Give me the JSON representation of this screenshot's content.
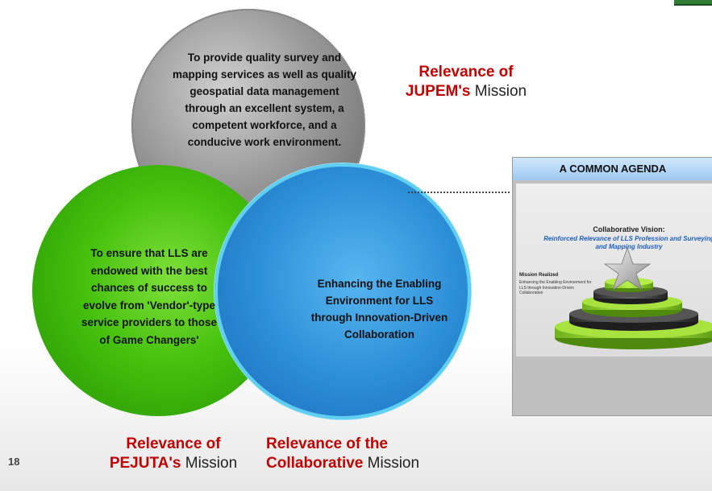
{
  "page_number": "18",
  "gray_circle_text": "To provide quality survey and mapping services as well as quality geospatial data management through an excellent system, a competent workforce, and a conducive work environment.",
  "green_circle_text": "To ensure that LLS are endowed with the best chances of success to evolve from 'Vendor'-type service providers to those of Game Changers'",
  "blue_circle_text": "Enhancing the Enabling Environment for LLS through Innovation-Driven Collaboration",
  "labels": {
    "jupem": {
      "line1": "Relevance of",
      "name": "JUPEM's",
      "rest": " Mission"
    },
    "pejuta": {
      "line1": "Relevance of",
      "name": "PEJUTA's",
      "rest": " Mission"
    },
    "collab": {
      "line1": "Relevance of the",
      "name": "Collaborative",
      "rest": " Mission"
    }
  },
  "agenda": {
    "title": "A COMMON AGENDA",
    "vision_title": "Collaborative Vision:",
    "vision_text": "Reinforced Relevance of LLS Profession and Surveying and Mapping Industry",
    "mission_title": "Mission Realized",
    "mission_text": "Enhancing the Enabling Environment for LLS through Innovation-Driven Collaboration"
  },
  "colors": {
    "accent_red": "#c00000",
    "gray_circle": "#9a9a9a",
    "green_circle": "#44c00c",
    "blue_circle": "#2d8fd8"
  }
}
